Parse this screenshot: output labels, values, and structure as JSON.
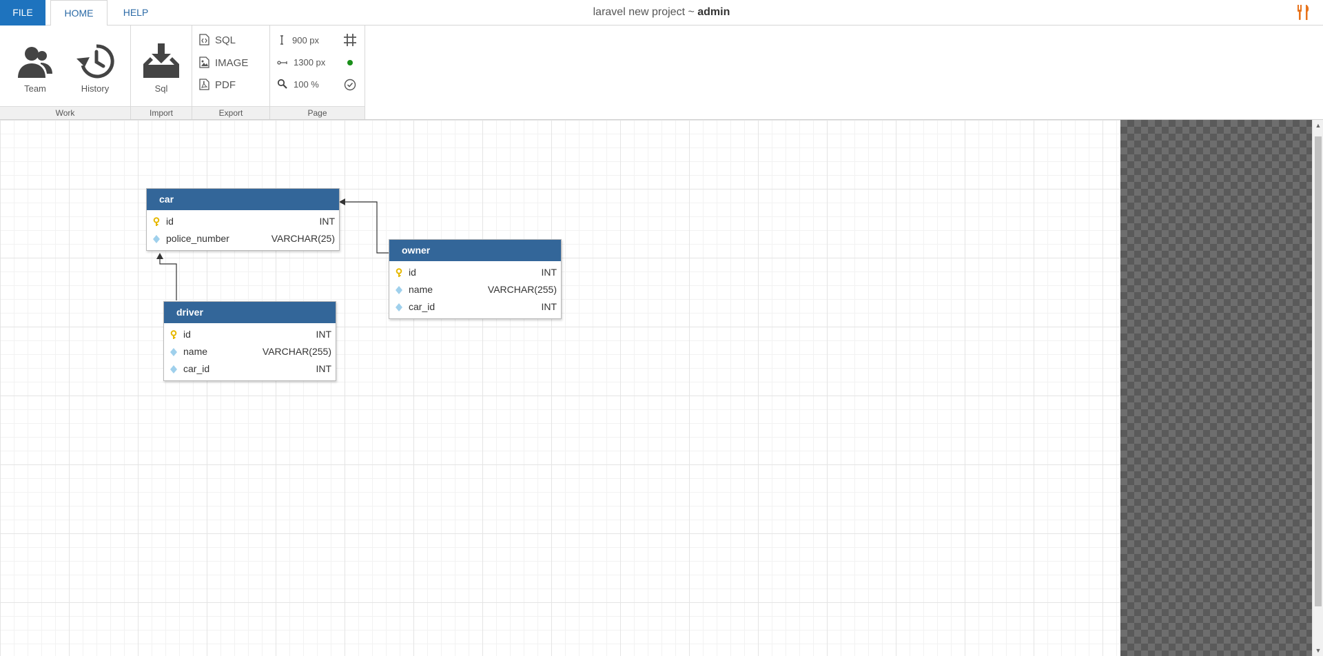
{
  "titlebar": {
    "file_label": "FILE",
    "tabs": [
      {
        "label": "HOME"
      },
      {
        "label": "HELP"
      }
    ],
    "project_name": "laravel new project",
    "separator": " ~ ",
    "user": "admin"
  },
  "ribbon": {
    "groups": {
      "work": "Work",
      "import": "Import",
      "export": "Export",
      "page": "Page"
    },
    "team_label": "Team",
    "history_label": "History",
    "sql_import_label": "Sql",
    "export_sql": "SQL",
    "export_image": "IMAGE",
    "export_pdf": "PDF",
    "page_height": "900 px",
    "page_width": "1300 px",
    "zoom": "100 %"
  },
  "tables": {
    "car": {
      "name": "car",
      "columns": [
        {
          "name": "id",
          "type": "INT",
          "key": "primary"
        },
        {
          "name": "police_number",
          "type": "VARCHAR(25)",
          "key": "none"
        }
      ]
    },
    "owner": {
      "name": "owner",
      "columns": [
        {
          "name": "id",
          "type": "INT",
          "key": "primary"
        },
        {
          "name": "name",
          "type": "VARCHAR(255)",
          "key": "none"
        },
        {
          "name": "car_id",
          "type": "INT",
          "key": "none"
        }
      ]
    },
    "driver": {
      "name": "driver",
      "columns": [
        {
          "name": "id",
          "type": "INT",
          "key": "primary"
        },
        {
          "name": "name",
          "type": "VARCHAR(255)",
          "key": "none"
        },
        {
          "name": "car_id",
          "type": "INT",
          "key": "none"
        }
      ]
    }
  },
  "colors": {
    "file_tab": "#1e73be",
    "table_header": "#336699",
    "primary_key_icon": "#e6b800",
    "column_icon": "#9fd0ec",
    "status_dot": "#2aa02a"
  },
  "icons": {
    "team": "team-icon",
    "history": "history-icon",
    "sql_import": "tray-download-icon",
    "export_sql": "file-code-icon",
    "export_image": "file-image-icon",
    "export_pdf": "file-pdf-icon",
    "height": "height-icon",
    "width": "width-icon",
    "zoom": "magnifier-icon",
    "grid": "grid-icon",
    "status": "green-dot-icon",
    "validate": "check-circle-icon",
    "logo": "fork-knife-icon"
  }
}
